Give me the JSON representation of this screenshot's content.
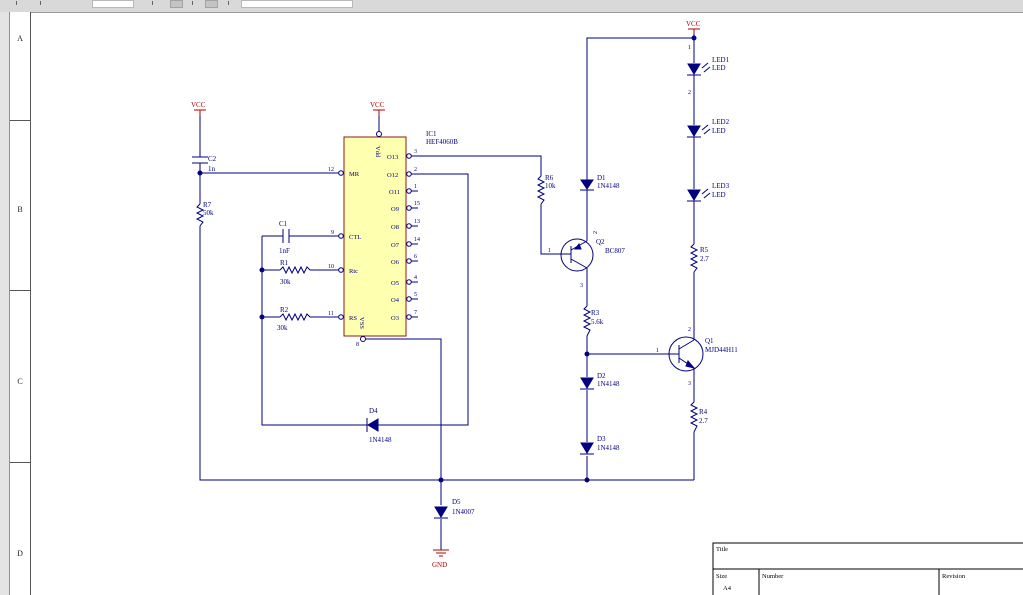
{
  "zones": [
    "A",
    "B",
    "C",
    "D"
  ],
  "power": {
    "vcc": "VCC",
    "gnd": "GND"
  },
  "ic1": {
    "ref": "IC1",
    "value": "HEF4060B",
    "pins_left": [
      {
        "num": "12",
        "name": "MR"
      },
      {
        "num": "9",
        "name": "CTL"
      },
      {
        "num": "10",
        "name": "Rtc"
      },
      {
        "num": "11",
        "name": "RS"
      }
    ],
    "pins_right": [
      {
        "num": "3",
        "name": "O13"
      },
      {
        "num": "2",
        "name": "O12"
      },
      {
        "num": "1",
        "name": "O11"
      },
      {
        "num": "15",
        "name": "O9"
      },
      {
        "num": "13",
        "name": "O8"
      },
      {
        "num": "14",
        "name": "O7"
      },
      {
        "num": "6",
        "name": "O6"
      },
      {
        "num": "4",
        "name": "O5"
      },
      {
        "num": "5",
        "name": "O4"
      },
      {
        "num": "7",
        "name": "O3"
      }
    ],
    "vdd": "Vdd",
    "vss": "VSS",
    "pin_bottom": "8"
  },
  "components": {
    "c2": {
      "ref": "C2",
      "value": "1n"
    },
    "r7": {
      "ref": "R7",
      "value": "50k"
    },
    "c1": {
      "ref": "C1",
      "value": "1nF"
    },
    "r1": {
      "ref": "R1",
      "value": "30k"
    },
    "r2": {
      "ref": "R2",
      "value": "30k"
    },
    "r6": {
      "ref": "R6",
      "value": "10k"
    },
    "d1": {
      "ref": "D1",
      "value": "1N4148"
    },
    "q2": {
      "ref": "Q2",
      "value": "BC807"
    },
    "r3": {
      "ref": "R3",
      "value": "5.6k"
    },
    "d2": {
      "ref": "D2",
      "value": "1N4148"
    },
    "d3": {
      "ref": "D3",
      "value": "1N4148"
    },
    "d4": {
      "ref": "D4",
      "value": "1N4148"
    },
    "d5": {
      "ref": "D5",
      "value": "1N4007"
    },
    "led1": {
      "ref": "LED1",
      "value": "LED"
    },
    "led2": {
      "ref": "LED2",
      "value": "LED"
    },
    "led3": {
      "ref": "LED3",
      "value": "LED"
    },
    "r5": {
      "ref": "R5",
      "value": "2.7"
    },
    "q1": {
      "ref": "Q1",
      "value": "MJD44H11"
    },
    "r4": {
      "ref": "R4",
      "value": "2.7"
    }
  },
  "pin_numbers": {
    "q2_base": "1",
    "q2_top": "2",
    "q2_bottom": "3",
    "q1_base": "1",
    "q1_top": "2",
    "q1_bottom": "3",
    "led_a": "1",
    "led_b": "2"
  },
  "title_block": {
    "title_label": "Title",
    "size_label": "Size",
    "size_value": "A4",
    "number_label": "Number",
    "revision_label": "Revision"
  }
}
